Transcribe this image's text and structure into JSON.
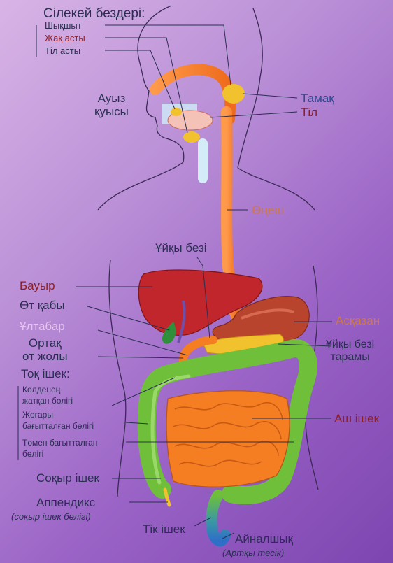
{
  "labels": {
    "salivary_title": "Сілекей бездері:",
    "parotid": "Шықшыт",
    "submandibular": "Жақ асты",
    "sublingual": "Тіл асты",
    "mouth": "Ауыз\nқуысы",
    "pharynx": "Тамақ",
    "tongue": "Тіл",
    "esophagus": "Өңеш",
    "pancreas": "Ұйқы безі",
    "liver": "Бауыр",
    "gallbladder": "Өт қабы",
    "duodenum": "Ұлтабар",
    "bile_duct": "Ортақ\nөт жолы",
    "stomach": "Асқазан",
    "pancreatic_duct": "Ұйқы безі\nтарамы",
    "colon_title": "Тоқ ішек:",
    "colon_transverse": "Көлденең\nжатқан бөлігі",
    "colon_ascending": "Жоғары\nбағытталған бөлігі",
    "colon_descending": "Төмен бағытталған\nбөлігі",
    "small_intestine": "Аш ішек",
    "cecum": "Соқыр ішек",
    "appendix": "Аппендикс",
    "appendix_note": "(соқыр ішек бөлігі)",
    "rectum": "Тік ішек",
    "anus": "Айналшық",
    "anus_note": "(Артқы тесік)"
  },
  "colors": {
    "esophagus": "#f47a2a",
    "liver": "#c0262c",
    "stomach": "#b8442e",
    "small_intestine": "#f57e23",
    "colon": "#6fbf3a",
    "gland": "#f2c12e",
    "gallbladder": "#2f8f3a",
    "rectum_tip": "#3a8ec8"
  }
}
